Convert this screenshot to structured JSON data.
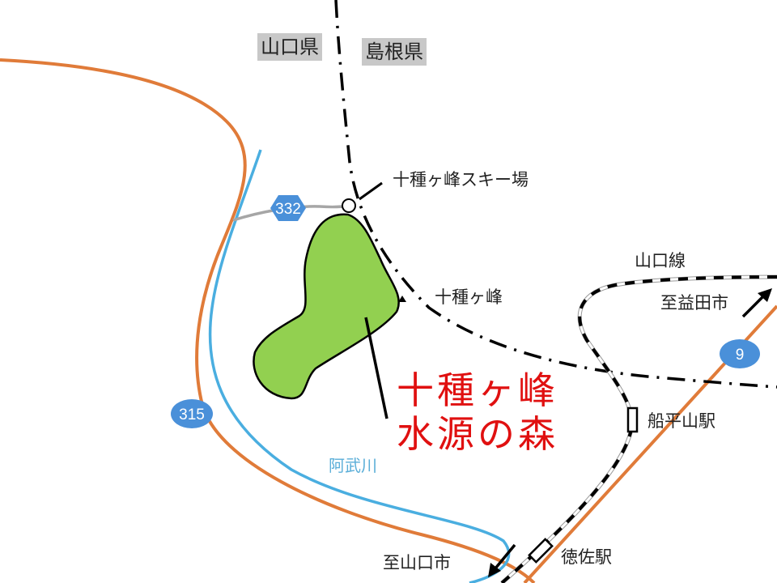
{
  "prefectures": {
    "left": "山口県",
    "right": "島根県"
  },
  "places": {
    "ski_resort": "十種ヶ峰スキー場",
    "peak": "十種ヶ峰",
    "rail_line": "山口線",
    "to_masuda": "至益田市",
    "to_yamaguchi": "至山口市",
    "station_funahirayama": "船平山駅",
    "station_tokusa": "徳佐駅",
    "river": "阿武川"
  },
  "title": {
    "line1": "十種ヶ峰",
    "line2": "水源の森"
  },
  "routes": {
    "r332": "332",
    "r315": "315",
    "r9": "9"
  },
  "colors": {
    "forest_fill": "#92d050",
    "highway_orange": "#e07b39",
    "river_blue": "#4aaee0",
    "route_shield_blue": "#4a90d9",
    "title_red": "#e01010",
    "prefecture_bg": "#c8c8c8"
  }
}
